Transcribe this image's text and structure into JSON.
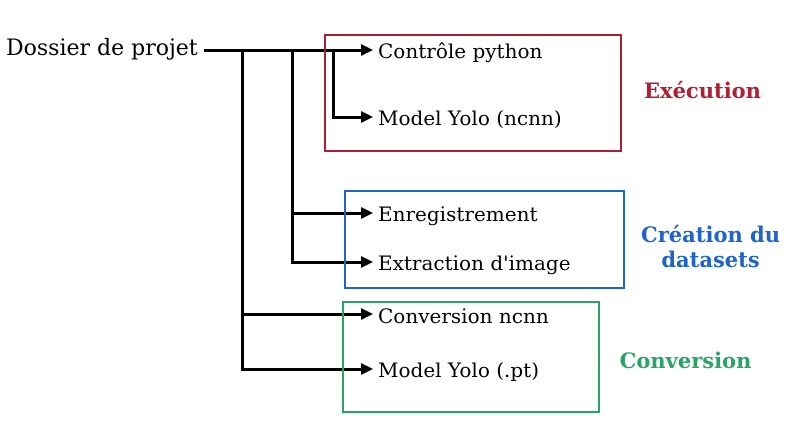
{
  "diagram": {
    "root": {
      "label": "Dossier de projet"
    },
    "line_color": "#000000",
    "background": "#ffffff",
    "groups": [
      {
        "id": "execution",
        "label": "Exécution",
        "color": "#b01e32",
        "items": [
          {
            "label": "Contrôle python"
          },
          {
            "label": "Model Yolo (ncnn)"
          }
        ]
      },
      {
        "id": "creation-du-datasets",
        "label": "Création du datasets",
        "color": "#1f64c8",
        "items": [
          {
            "label": "Enregistrement"
          },
          {
            "label": "Extraction d'image"
          }
        ]
      },
      {
        "id": "conversion",
        "label": "Conversion",
        "color": "#28a564",
        "items": [
          {
            "label": "Conversion ncnn"
          },
          {
            "label": "Model Yolo (.pt)"
          }
        ]
      }
    ]
  }
}
